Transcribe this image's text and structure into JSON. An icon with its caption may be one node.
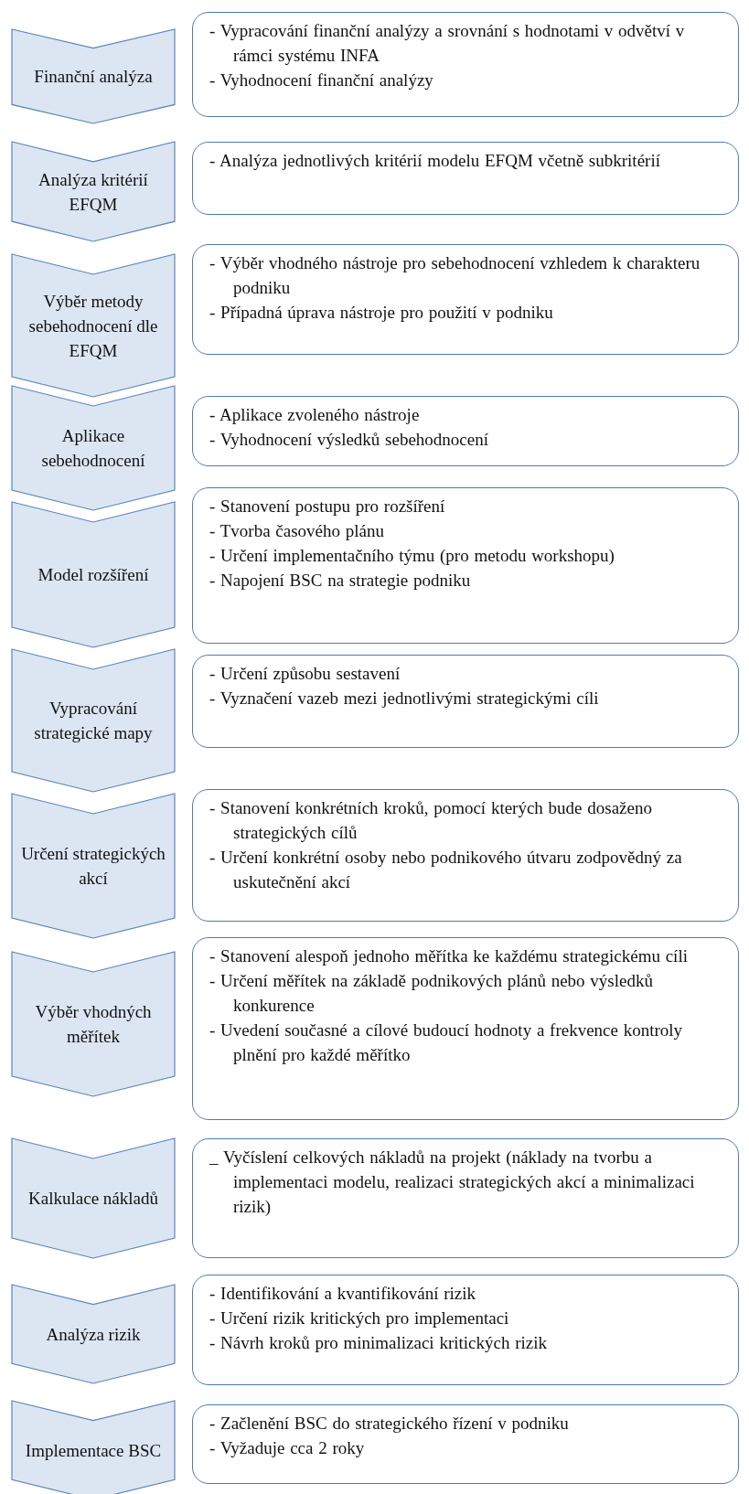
{
  "diagram": {
    "nodes": [
      {
        "text": [
          "Finanční analýza"
        ]
      },
      {
        "text": [
          "- Vypracování finanční analýzy a srovnání s hodnotami v odvětví v rámci systému INFA",
          "- Vyhodnocení finanční analýzy"
        ]
      },
      {
        "text": [
          "Analýza kritérií EFQM"
        ]
      },
      {
        "text": [
          "- Analýza jednotlivých kritérií modelu EFQM včetně subkritérií"
        ]
      },
      {
        "text": [
          "Výběr metody sebehodnocení dle EFQM"
        ]
      },
      {
        "text": [
          "- Výběr vhodného nástroje pro sebehodnocení vzhledem k charakteru podniku",
          "- Případná úprava nástroje pro použití v podniku"
        ]
      },
      {
        "text": [
          "Aplikace sebehodnocení"
        ]
      },
      {
        "text": [
          "- Aplikace zvoleného nástroje",
          "- Vyhodnocení výsledků sebehodnocení"
        ]
      },
      {
        "text": [
          "Model rozšíření"
        ]
      },
      {
        "text": [
          "- Stanovení postupu pro rozšíření",
          "- Tvorba časového plánu",
          "- Určení implementačního týmu (pro metodu workshopu)",
          "- Napojení BSC na strategie podniku"
        ]
      },
      {
        "text": [
          "Vypracování strategické mapy"
        ]
      },
      {
        "text": [
          "- Určení způsobu sestavení",
          "- Vyznačení vazeb mezi jednotlivými strategickými cíli"
        ]
      },
      {
        "text": [
          "Určení strategických akcí"
        ]
      },
      {
        "text": [
          "- Stanovení konkrétních kroků, pomocí kterých bude dosaženo strategických cílů",
          "- Určení konkrétní osoby nebo podnikového útvaru zodpovědný za uskutečnění akcí"
        ]
      },
      {
        "text": [
          "Výběr vhodných měřítek"
        ]
      },
      {
        "text": [
          "- Stanovení alespoň jednoho měřítka ke každému strategickému cíli",
          "- Určení měřítek na základě podnikových plánů nebo výsledků konkurence",
          "- Uvedení současné a cílové budoucí hodnoty a frekvence kontroly plnění pro každé měřítko"
        ]
      },
      {
        "text": [
          "Kalkulace nákladů"
        ]
      },
      {
        "text": [
          "_ Vyčíslení celkových nákladů na projekt (náklady na tvorbu a implementaci modelu, realizaci strategických akcí a minimalizaci rizik)"
        ]
      },
      {
        "text": [
          "Analýza rizik"
        ]
      },
      {
        "text": [
          "- Identifikování a kvantifikování rizik",
          "- Určení rizik kritických pro implementaci",
          "- Návrh kroků pro minimalizaci kritických rizik"
        ]
      },
      {
        "text": [
          "Implementace BSC"
        ]
      },
      {
        "text": [
          "- Začlenění BSC do strategického řízení v podniku",
          "- Vyžaduje cca 2 roky"
        ]
      }
    ]
  }
}
